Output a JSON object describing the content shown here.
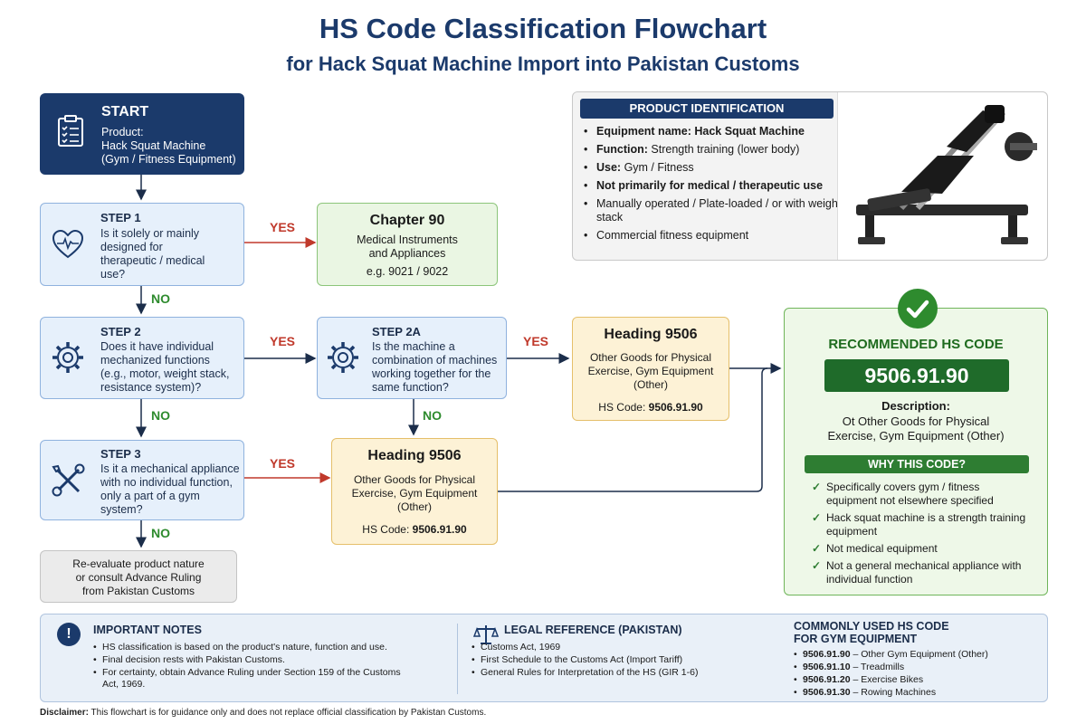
{
  "title": "HS Code Classification Flowchart",
  "subtitle": "for Hack Squat Machine Import into Pakistan Customs",
  "start": {
    "label": "START",
    "line1": "Product:",
    "line2": "Hack Squat Machine",
    "line3": "(Gym / Fitness Equipment)"
  },
  "step1": {
    "title": "STEP 1",
    "q1": "Is it solely or mainly",
    "q2": "designed for",
    "q3": "therapeutic / medical",
    "q4": "use?"
  },
  "step2": {
    "title": "STEP 2",
    "q1": "Does it have individual",
    "q2": "mechanized functions",
    "q3": "(e.g., motor, weight stack,",
    "q4": "resistance system)?"
  },
  "step2a": {
    "title": "STEP 2A",
    "q1": "Is the machine a",
    "q2": "combination of machines",
    "q3": "working together for the",
    "q4": "same function?"
  },
  "step3": {
    "title": "STEP 3",
    "q1": "Is it a mechanical appliance",
    "q2": "with no individual function,",
    "q3": "only a part of a gym",
    "q4": "system?"
  },
  "ch90": {
    "title": "Chapter 90",
    "l1": "Medical Instruments",
    "l2": "and Appliances",
    "l3": "e.g. 9021 / 9022"
  },
  "h9506a": {
    "title": "Heading 9506",
    "l1": "Other Goods for Physical",
    "l2": "Exercise, Gym Equipment",
    "l3": "(Other)",
    "code_label": "HS Code:",
    "code": "9506.91.90"
  },
  "h9506b": {
    "title": "Heading 9506",
    "l1": "Other Goods for Physical",
    "l2": "Exercise, Gym Equipment",
    "l3": "(Other)",
    "code_label": "HS Code:",
    "code": "9506.91.90"
  },
  "reevaluate": {
    "l1": "Re-evaluate product nature",
    "l2": "or consult Advance Ruling",
    "l3": "from Pakistan Customs"
  },
  "labels": {
    "yes": "YES",
    "no": "NO"
  },
  "product": {
    "heading": "PRODUCT IDENTIFICATION",
    "items": [
      {
        "b": "Equipment name: Hack Squat Machine",
        "t": ""
      },
      {
        "b": "Function:",
        "t": " Strength training (lower body)"
      },
      {
        "b": "Use:",
        "t": " Gym / Fitness"
      },
      {
        "b": "Not primarily for medical / therapeutic use",
        "t": ""
      },
      {
        "b": "",
        "t": "Manually operated / Plate-loaded / or with weight stack"
      },
      {
        "b": "",
        "t": "Commercial fitness equipment"
      }
    ]
  },
  "recommended": {
    "title": "RECOMMENDED HS CODE",
    "code": "9506.91.90",
    "desc_head": "Description:",
    "desc1": "Ot Other Goods for Physical",
    "desc2": "Exercise, Gym Equipment (Other)",
    "why_head": "WHY THIS CODE?",
    "why": [
      "Specifically covers gym / fitness equipment not elsewhere specified",
      "Hack squat machine is a strength training equipment",
      "Not medical equipment",
      "Not a general mechanical appliance with individual function"
    ]
  },
  "notes": {
    "heading": "IMPORTANT NOTES",
    "items": [
      "HS classification is based on the product's nature, function and use.",
      "Final decision rests with Pakistan Customs.",
      "For certainty, obtain Advance Ruling under Section 159 of the Customs Act, 1969."
    ]
  },
  "legal": {
    "heading": "LEGAL REFERENCE (PAKISTAN)",
    "items": [
      "Customs Act, 1969",
      "First Schedule to the Customs Act (Import Tariff)",
      "General Rules for Interpretation of the HS (GIR 1-6)"
    ]
  },
  "common": {
    "heading1": "COMMONLY USED HS CODE",
    "heading2": "FOR GYM EQUIPMENT",
    "items": [
      {
        "code": "9506.91.90",
        "desc": " – Other Gym Equipment (Other)"
      },
      {
        "code": "9506.91.10",
        "desc": " – Treadmills"
      },
      {
        "code": "9506.91.20",
        "desc": " – Exercise Bikes"
      },
      {
        "code": "9506.91.30",
        "desc": " – Rowing Machines"
      }
    ]
  },
  "disclaimer": {
    "label": "Disclaimer:",
    "text": " This flowchart is for guidance only and does not replace official classification by Pakistan Customs."
  },
  "colors": {
    "navy": "#1b3a6b",
    "green": "#2e7d32",
    "yes": "#c0392b",
    "no": "#2e8b2e"
  }
}
